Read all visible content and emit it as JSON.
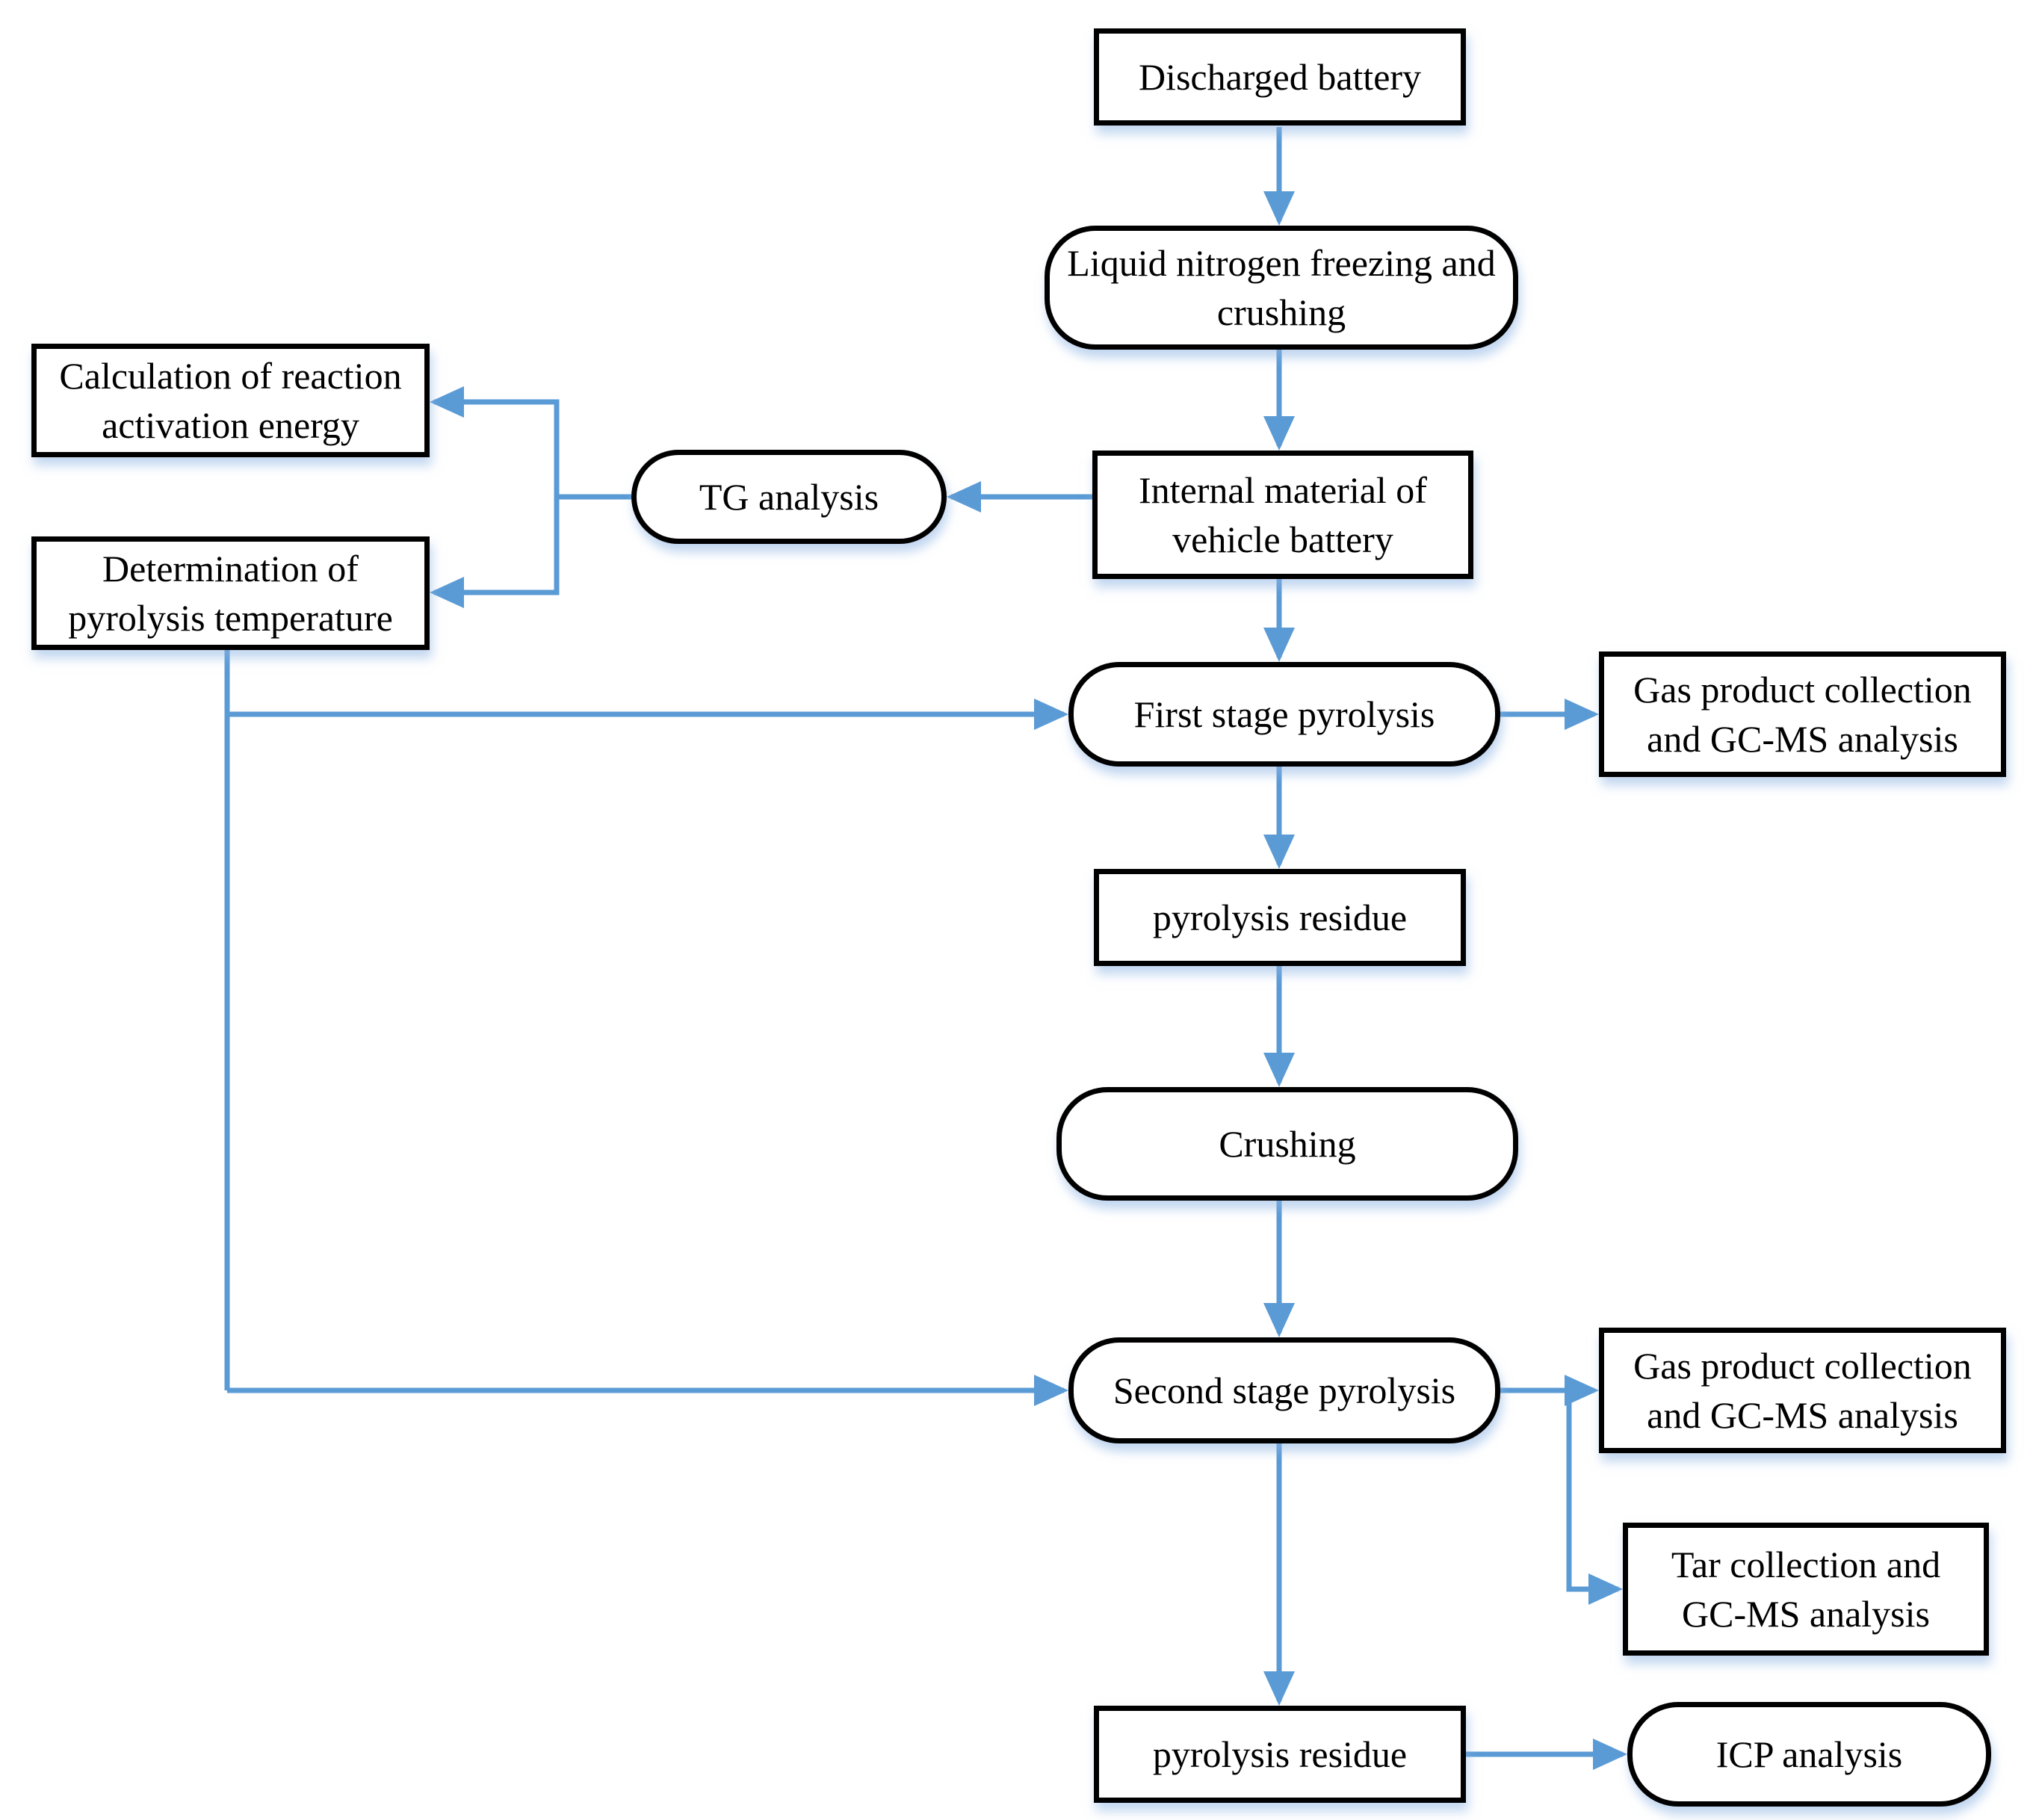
{
  "diagram": {
    "type": "flowchart",
    "background_color": "#FFFFFF",
    "accent_color": "#5B9BD5",
    "node_border_color": "#000000",
    "text_color": "#000000",
    "nodes": {
      "discharged_battery": {
        "label": "Discharged battery",
        "shape": "rectangle"
      },
      "liquid_nitrogen": {
        "label": "Liquid nitrogen freezing and crushing",
        "shape": "rounded"
      },
      "calculation": {
        "label": "Calculation of reaction activation energy",
        "shape": "rectangle"
      },
      "determination": {
        "label": "Determination of pyrolysis temperature",
        "shape": "rectangle"
      },
      "tg_analysis": {
        "label": "TG analysis",
        "shape": "rounded"
      },
      "internal_material": {
        "label": "Internal material of vehicle battery",
        "shape": "rectangle"
      },
      "first_stage": {
        "label": "First stage pyrolysis",
        "shape": "rounded"
      },
      "gas_collection_1": {
        "label": "Gas product collection and GC-MS analysis",
        "shape": "rectangle"
      },
      "pyrolysis_residue_1": {
        "label": "pyrolysis residue",
        "shape": "rectangle"
      },
      "crushing": {
        "label": "Crushing",
        "shape": "rounded"
      },
      "second_stage": {
        "label": "Second stage pyrolysis",
        "shape": "rounded"
      },
      "gas_collection_2": {
        "label": "Gas product collection and GC-MS analysis",
        "shape": "rectangle"
      },
      "tar_collection": {
        "label": "Tar collection and GC-MS analysis",
        "shape": "rectangle"
      },
      "pyrolysis_residue_2": {
        "label": "pyrolysis residue",
        "shape": "rectangle"
      },
      "icp_analysis": {
        "label": "ICP analysis",
        "shape": "rounded"
      }
    },
    "edges": [
      {
        "from": "discharged_battery",
        "to": "liquid_nitrogen"
      },
      {
        "from": "liquid_nitrogen",
        "to": "internal_material"
      },
      {
        "from": "internal_material",
        "to": "tg_analysis"
      },
      {
        "from": "tg_analysis",
        "to": "calculation"
      },
      {
        "from": "tg_analysis",
        "to": "determination"
      },
      {
        "from": "internal_material",
        "to": "first_stage"
      },
      {
        "from": "determination",
        "to": "first_stage"
      },
      {
        "from": "determination",
        "to": "second_stage"
      },
      {
        "from": "first_stage",
        "to": "gas_collection_1"
      },
      {
        "from": "first_stage",
        "to": "pyrolysis_residue_1"
      },
      {
        "from": "pyrolysis_residue_1",
        "to": "crushing"
      },
      {
        "from": "crushing",
        "to": "second_stage"
      },
      {
        "from": "second_stage",
        "to": "gas_collection_2"
      },
      {
        "from": "second_stage",
        "to": "tar_collection"
      },
      {
        "from": "second_stage",
        "to": "pyrolysis_residue_2"
      },
      {
        "from": "pyrolysis_residue_2",
        "to": "icp_analysis"
      }
    ]
  }
}
